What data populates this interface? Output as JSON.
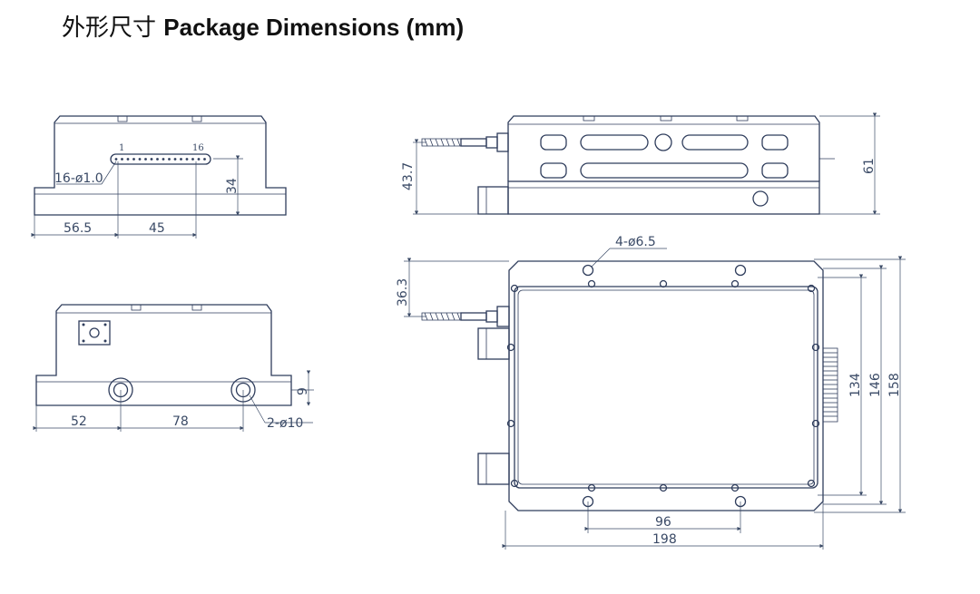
{
  "title": {
    "cn": "外形尺寸",
    "en": "Package Dimensions (mm)"
  },
  "views": {
    "front_upper": {
      "pin_first": "1",
      "pin_last": "16",
      "pin_callout": "16-ø1.0",
      "dim_left": "56.5",
      "dim_mid": "45",
      "dim_height": "34"
    },
    "front_lower": {
      "dim_left": "52",
      "dim_mid": "78",
      "dim_height": "9",
      "port_callout": "2-ø10"
    },
    "side": {
      "dim_fiber_height": "43.7",
      "dim_total_height": "61"
    },
    "top": {
      "hole_callout": "4-ø6.5",
      "dim_fiber_offset": "36.3",
      "dim_hole_spacing": "96",
      "dim_length": "198",
      "dim_inner": "134",
      "dim_mid": "146",
      "dim_width": "158"
    }
  }
}
